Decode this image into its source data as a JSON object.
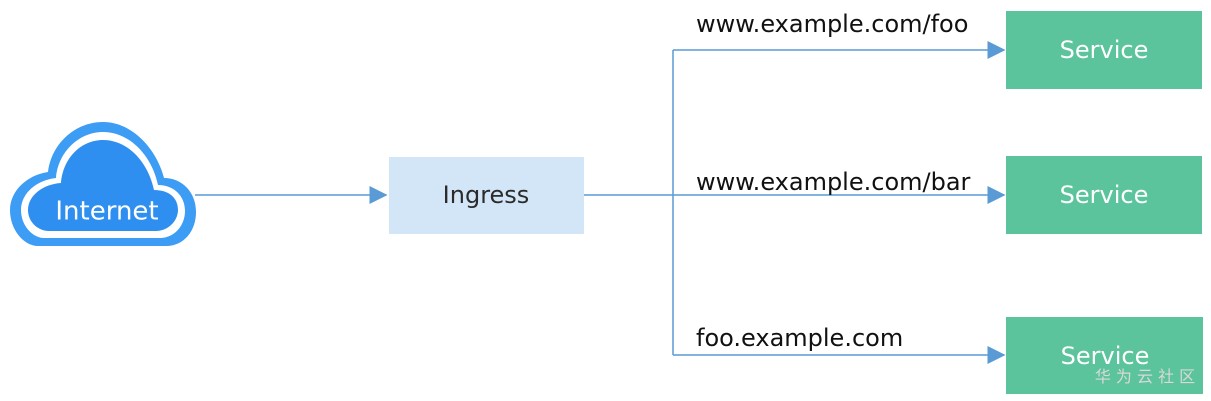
{
  "diagram": {
    "internet_label": "Internet",
    "ingress_label": "Ingress",
    "routes": [
      {
        "host_path": "www.example.com/foo",
        "service_label": "Service"
      },
      {
        "host_path": "www.example.com/bar",
        "service_label": "Service"
      },
      {
        "host_path": "foo.example.com",
        "service_label": "Service"
      }
    ],
    "watermark": "华 为 云 社 区"
  },
  "colors": {
    "cloud_outer": "#3d9cf4",
    "cloud_inner": "#2f8ff0",
    "ingress_fill": "#d3e6f8",
    "service_fill": "#5cc49c",
    "line": "#5a9bd5",
    "text_dark": "#2b2b2b",
    "text_light": "#ffffff",
    "watermark": "#d9d9d9"
  }
}
